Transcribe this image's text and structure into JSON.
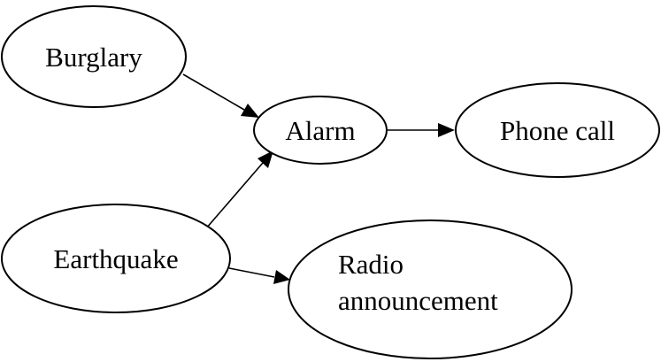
{
  "nodes": {
    "burglary": {
      "label": "Burglary"
    },
    "alarm": {
      "label": "Alarm"
    },
    "phone_call": {
      "label": "Phone call"
    },
    "earthquake": {
      "label": "Earthquake"
    },
    "radio_announcement": {
      "label_line1": "Radio",
      "label_line2": "announcement"
    }
  },
  "edges": [
    {
      "from": "burglary",
      "to": "alarm"
    },
    {
      "from": "earthquake",
      "to": "alarm"
    },
    {
      "from": "alarm",
      "to": "phone_call"
    },
    {
      "from": "earthquake",
      "to": "radio_announcement"
    }
  ],
  "colors": {
    "stroke": "#000000",
    "fill": "#ffffff",
    "text": "#000000"
  }
}
